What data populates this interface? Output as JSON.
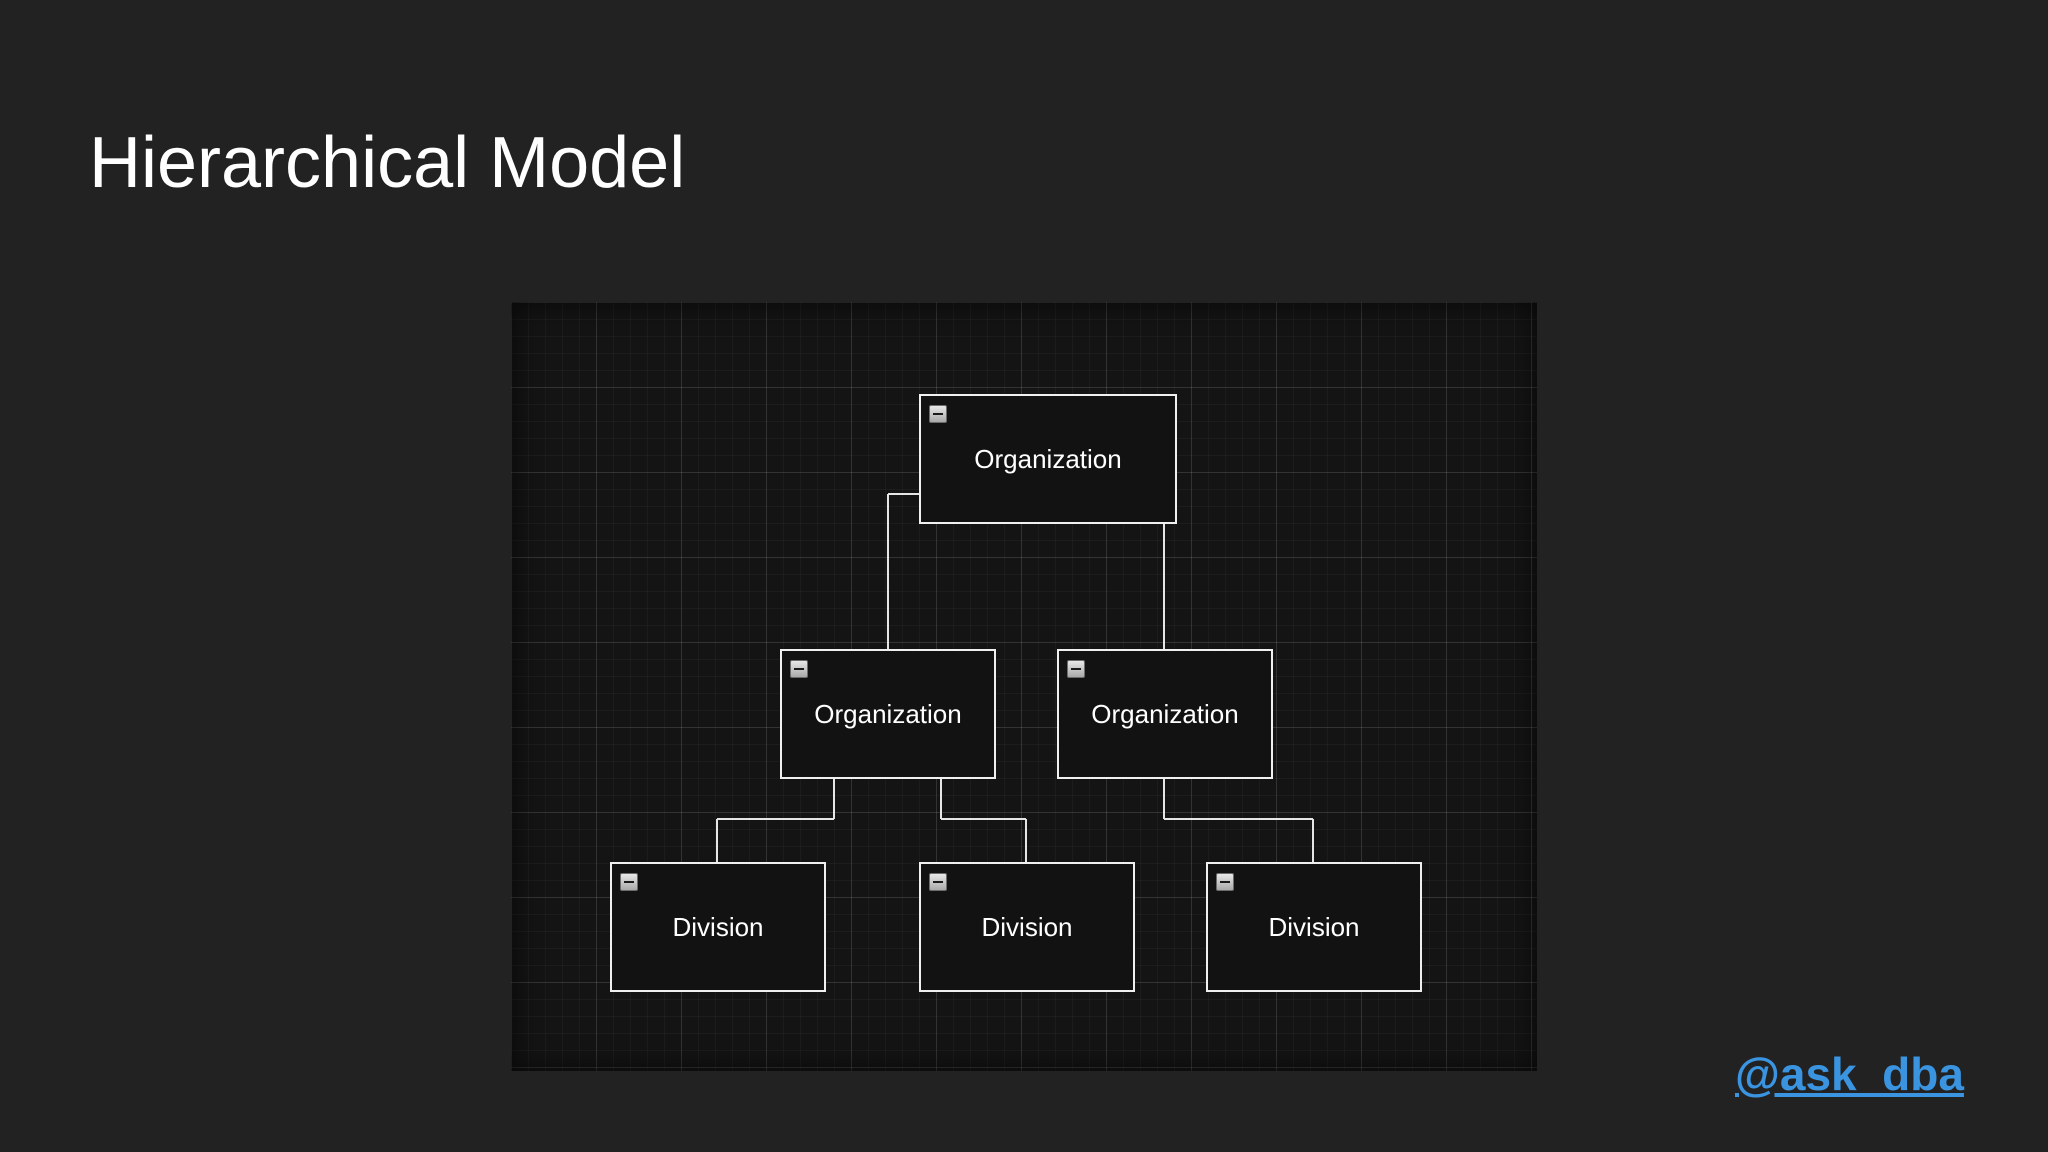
{
  "slide": {
    "title": "Hierarchical Model",
    "handle": "@ask_dba"
  },
  "diagram": {
    "collapse_icon": "minus-square-icon",
    "nodes": {
      "root": {
        "label": "Organization"
      },
      "org_left": {
        "label": "Organization"
      },
      "org_right": {
        "label": "Organization"
      },
      "div_1": {
        "label": "Division"
      },
      "div_2": {
        "label": "Division"
      },
      "div_3": {
        "label": "Division"
      }
    }
  },
  "colors": {
    "background": "#222223",
    "canvas": "#141415",
    "node_border": "#f0f0f0",
    "link": "#3a94e0",
    "text": "#ffffff"
  }
}
